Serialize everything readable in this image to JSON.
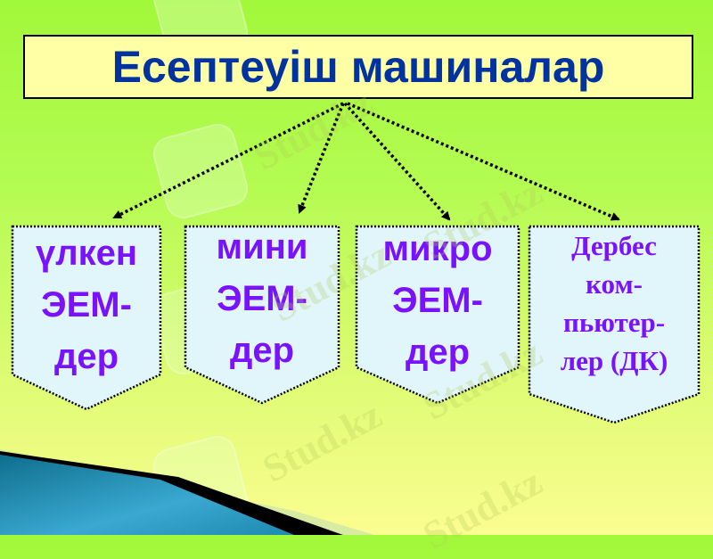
{
  "slide": {
    "title": "Есептеуіш машиналар",
    "boxes": [
      {
        "lines": [
          "үлкен",
          "ЭЕМ-",
          "дер"
        ]
      },
      {
        "lines": [
          "мини",
          "ЭЕМ-",
          "дер"
        ]
      },
      {
        "lines": [
          "микро",
          "ЭЕМ-",
          "дер"
        ]
      },
      {
        "lines": [
          "Дербес",
          "ком-",
          "пьютер-",
          "лер (ДК)"
        ]
      }
    ],
    "watermark": "Stud.kz"
  },
  "colors": {
    "title_text": "#0033a0",
    "title_bg": "#ffffa6",
    "box_text": "#7a12ff",
    "box_bg": "#e0f6fa"
  }
}
